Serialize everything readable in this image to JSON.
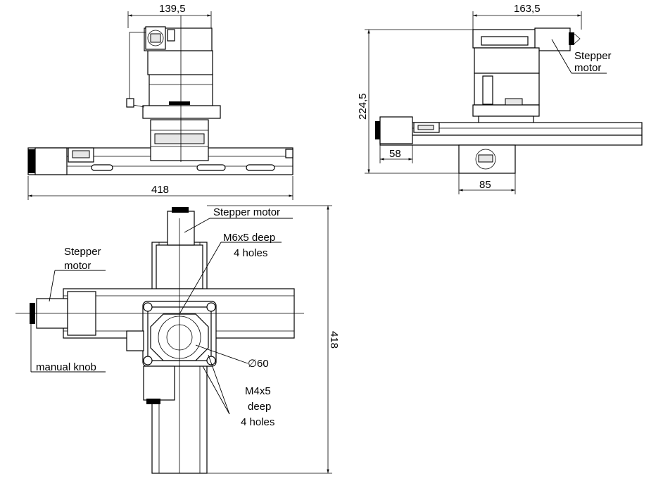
{
  "dimensions": {
    "front_width": "139,5",
    "front_length": "418",
    "side_width": "163,5",
    "side_height": "224,5",
    "side_offset": "58",
    "side_base": "85",
    "top_length": "418",
    "top_diameter": "60"
  },
  "labels": {
    "stepper_motor_side": [
      "Stepper",
      "motor"
    ],
    "stepper_motor_top": "Stepper motor",
    "m6_holes": [
      "M6x5 deep",
      "4 holes"
    ],
    "stepper_motor_left": [
      "Stepper",
      "motor"
    ],
    "manual_knob": "manual knob",
    "m4_holes": [
      "M4x5",
      "deep",
      "4 holes"
    ]
  },
  "symbols": {
    "diameter": "∅"
  }
}
